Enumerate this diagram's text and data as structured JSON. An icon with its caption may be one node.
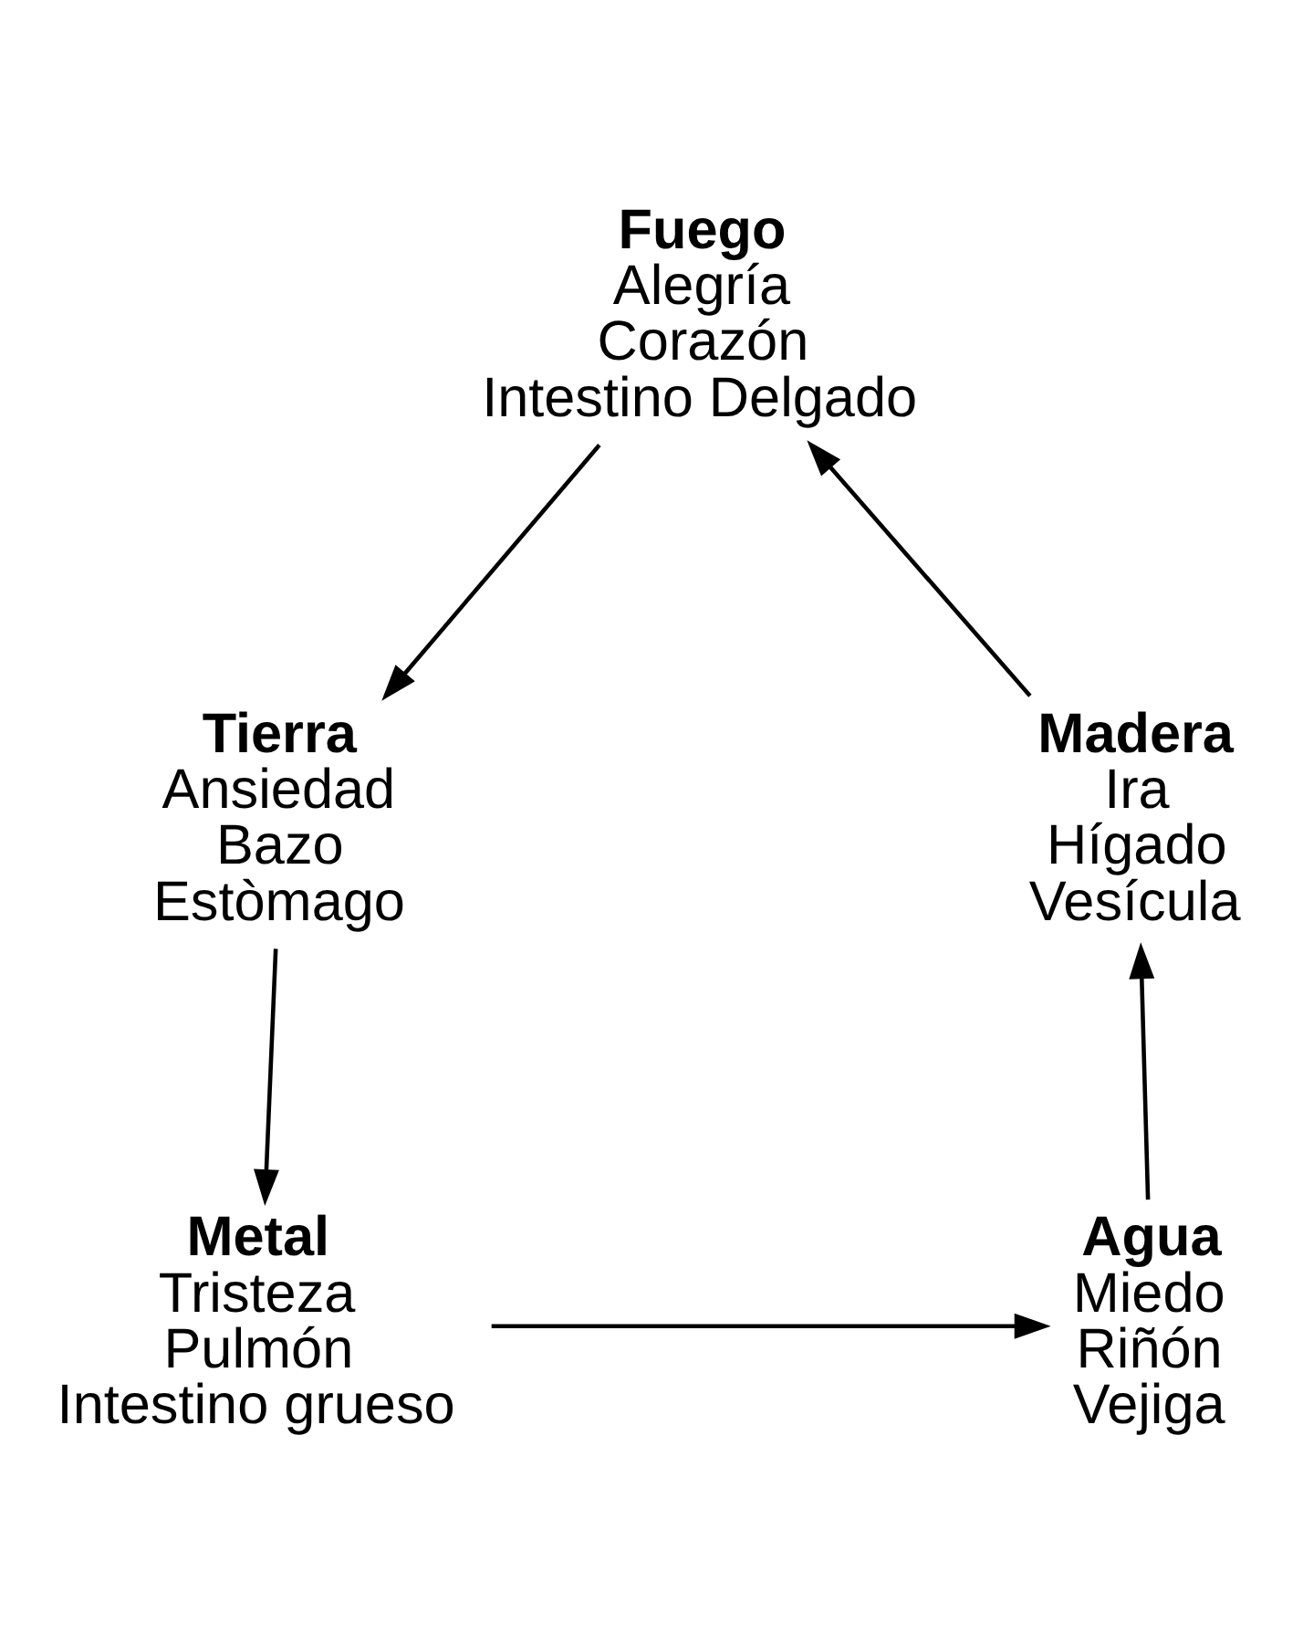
{
  "diagram": {
    "nodes": [
      {
        "text": [
          "Fuego",
          "Alegría",
          "Corazón",
          "Intestino Delgado"
        ]
      },
      {
        "text": [
          "Tierra",
          "Ansiedad",
          "Bazo",
          "Estòmago"
        ]
      },
      {
        "text": [
          "Metal",
          "Tristeza",
          "Pulmón",
          "Intestino grueso"
        ]
      },
      {
        "text": [
          "Agua",
          "Miedo",
          "Riñón",
          "Vejiga"
        ]
      },
      {
        "text": [
          "Madera",
          "Ira",
          "Hígado",
          "Vesícula"
        ]
      }
    ],
    "edges": [
      {
        "from": 0,
        "to": 1,
        "arrow": "to"
      },
      {
        "from": 1,
        "to": 2,
        "arrow": "to"
      },
      {
        "from": 2,
        "to": 3,
        "arrow": "to"
      },
      {
        "from": 3,
        "to": 4,
        "arrow": "to"
      },
      {
        "from": 4,
        "to": 0,
        "arrow": "to"
      }
    ]
  }
}
